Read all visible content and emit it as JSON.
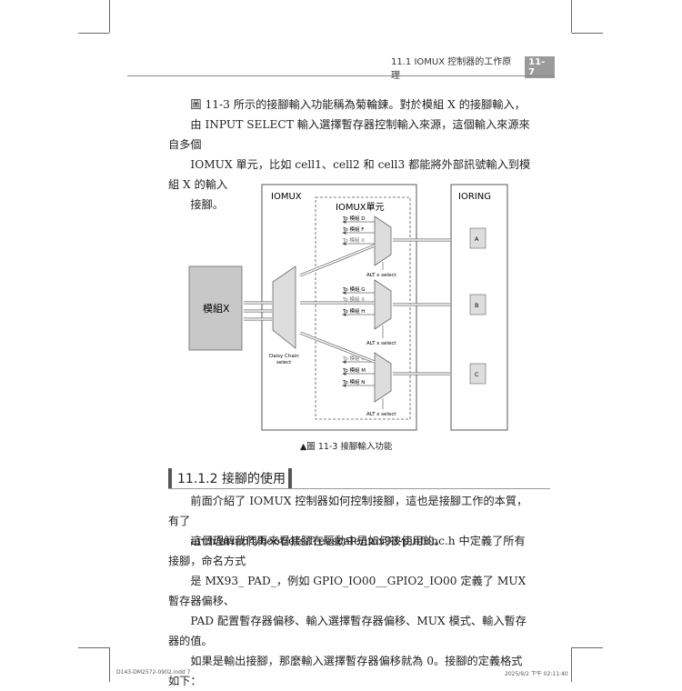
{
  "header": {
    "running_title": "11.1  IOMUX 控制器的工作原理",
    "page_number": "11-7"
  },
  "intro_paragraph": {
    "lines": [
      "圖 11-3 所示的接腳輸入功能稱為菊輪鍊。對於模組 X 的接腳輸入，",
      "由 INPUT SELECT 輸入選擇暫存器控制輸入來源，這個輸入來源來自多個",
      "IOMUX 單元，比如 cell1、cell2 和 cell3 都能將外部訊號輸入到模組 X 的輸入",
      "接腳。"
    ]
  },
  "diagram": {
    "iomux_label": "IOMUX",
    "iomux_unit_label": "IOMUX單元",
    "ioring_label": "IORING",
    "module_label": "模組X",
    "daisy_chain_label": [
      "Daisy Chain",
      "select"
    ],
    "mux_groups": [
      {
        "outputs": [
          "To 模組 D",
          "To 模組 F",
          "To 模組 X"
        ],
        "select_label": "ALT x select",
        "pad": "A"
      },
      {
        "outputs": [
          "To 模組 G",
          "To 模組 X",
          "To 模組 H"
        ],
        "select_label": "ALT x select",
        "pad": "B"
      },
      {
        "outputs": [
          "To 模組 X",
          "To 模組 M",
          "To 模組 N"
        ],
        "select_label": "ALT x select",
        "pad": "C"
      }
    ]
  },
  "figure_caption": "▲圖 11-3  接腳輸入功能",
  "section": {
    "title": "11.1.2  接腳的使用"
  },
  "body_paragraphs": {
    "p1": [
      "前面介紹了 IOMUX 控制器如何控制接腳，這也是接腳工作的本質，有了",
      "這個理解我們再來看接腳在驅動中是如何被使用的。"
    ],
    "p2": [
      "arch/arm64/boot/dts/freescale/imx93-pinfunc.h 中定義了所有接腳，命名方式",
      "是 MX93_ PAD_，例如 GPIO_IO00__GPIO2_IO00 定義了 MUX 暫存器偏移、",
      "PAD 配置暫存器偏移、輸入選擇暫存器偏移、MUX 模式、輸入暫存器的值。",
      "如果是輸出接腳，那麼輸入選擇暫存器偏移就為 0。接腳的定義格式如下："
    ]
  },
  "footer": {
    "file_name": "D143-DM2572-0902.indd   7",
    "timestamp": "2025/9/2   下午 02:11:40"
  }
}
